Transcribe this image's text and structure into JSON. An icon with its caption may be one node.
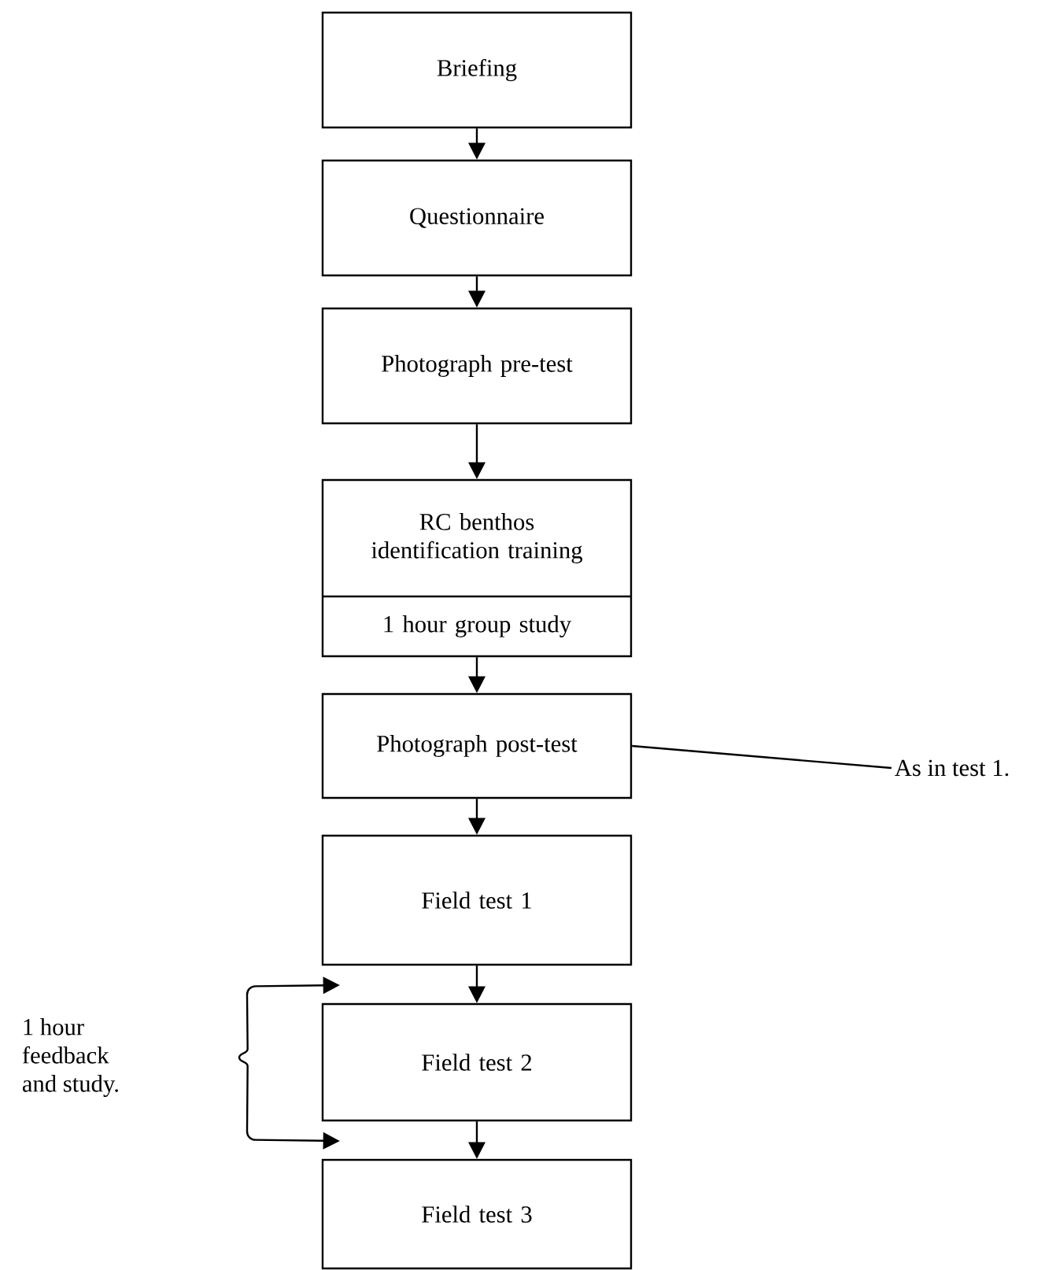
{
  "diagram": {
    "nodes": [
      {
        "text": [
          "Briefing"
        ]
      },
      {
        "text": [
          "Questionnaire"
        ]
      },
      {
        "text": [
          "Photograph  pre-test"
        ]
      },
      {
        "text": [
          "RC benthos identification training",
          "1 hour group study"
        ]
      },
      {
        "text": [
          "Photograph post-test"
        ]
      },
      {
        "text": [
          "Field test 1"
        ]
      },
      {
        "text": [
          "Field test 2"
        ]
      },
      {
        "text": [
          "Field test 3"
        ]
      },
      {
        "text": [
          "As in test 1."
        ]
      }
    ],
    "edges": [
      {
        "from": 0,
        "to": 1,
        "arrow": "to"
      },
      {
        "from": 1,
        "to": 2,
        "arrow": "to"
      },
      {
        "from": 2,
        "to": 3,
        "arrow": "to"
      },
      {
        "from": 3,
        "to": 4,
        "arrow": "to"
      },
      {
        "from": 4,
        "to": 5,
        "arrow": "to"
      },
      {
        "from": 5,
        "to": 6,
        "arrow": "to"
      },
      {
        "from": 6,
        "to": 7,
        "arrow": "to"
      },
      {
        "from": 4,
        "to": 8,
        "arrow": "none"
      }
    ],
    "labels": [
      "1 hour feedback and study."
    ]
  }
}
